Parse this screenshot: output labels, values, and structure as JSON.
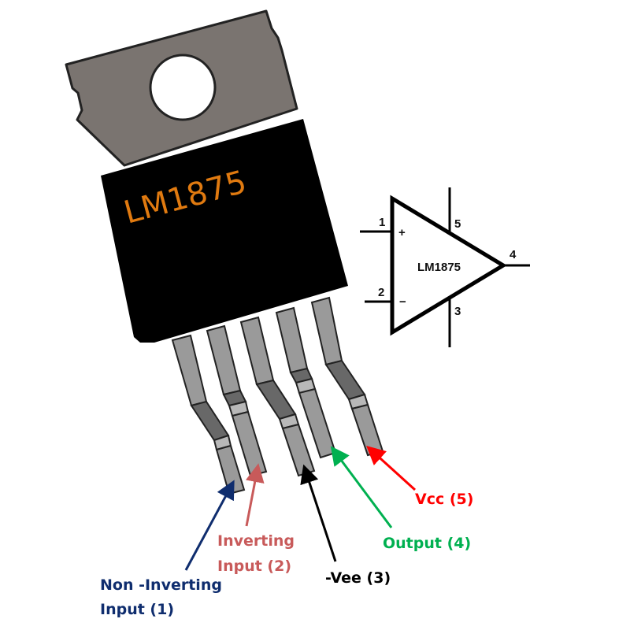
{
  "title": "LM1875 pinout",
  "package": {
    "marking": "LM1875",
    "marking_color": "#e07a10",
    "tab_color": "#7a7470",
    "body_color": "#000000",
    "lead_color": "#9a9a9a"
  },
  "symbol": {
    "label": "LM1875",
    "plus_sign": "+",
    "minus_sign": "−",
    "pin_numbers": {
      "p1": "1",
      "p2": "2",
      "p3": "3",
      "p4": "4",
      "p5": "5"
    }
  },
  "pins": [
    {
      "number": 1,
      "line1": "Non -Inverting",
      "line2": "Input (1)",
      "color": "#0f2d6e"
    },
    {
      "number": 2,
      "line1": "Inverting",
      "line2": "Input (2)",
      "color": "#c85a5a"
    },
    {
      "number": 3,
      "line1": "-Vee (3)",
      "line2": "",
      "color": "#000000"
    },
    {
      "number": 4,
      "line1": "Output (4)",
      "line2": "",
      "color": "#00b050"
    },
    {
      "number": 5,
      "line1": "Vcc (5)",
      "line2": "",
      "color": "#ff0000"
    }
  ]
}
